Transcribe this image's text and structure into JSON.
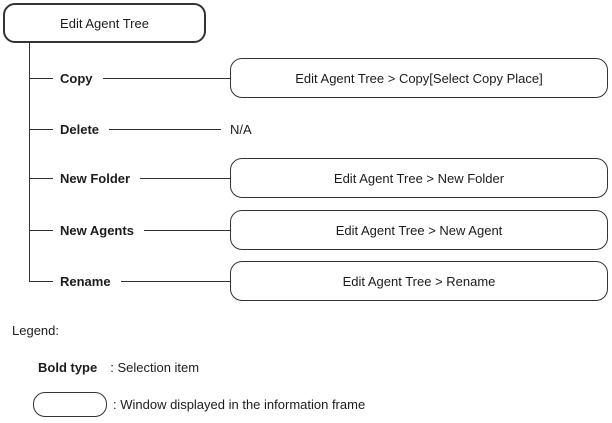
{
  "diagram": {
    "root_label": "Edit Agent Tree",
    "rows": [
      {
        "selection": "Copy",
        "window": "Edit Agent Tree > Copy[Select Copy Place]"
      },
      {
        "selection": "Delete",
        "result": "N/A"
      },
      {
        "selection": "New Folder",
        "window": "Edit Agent Tree > New Folder"
      },
      {
        "selection": "New Agents",
        "window": "Edit Agent Tree > New Agent"
      },
      {
        "selection": "Rename",
        "window": "Edit Agent Tree > Rename"
      }
    ]
  },
  "legend": {
    "title": "Legend:",
    "items": [
      {
        "symbol": "Bold type",
        "description": ": Selection item"
      },
      {
        "symbol": "rounded-rectangle",
        "description": ": Window displayed in the information frame"
      }
    ]
  },
  "colors": {
    "line": "#333333",
    "background": "#ffffff"
  }
}
